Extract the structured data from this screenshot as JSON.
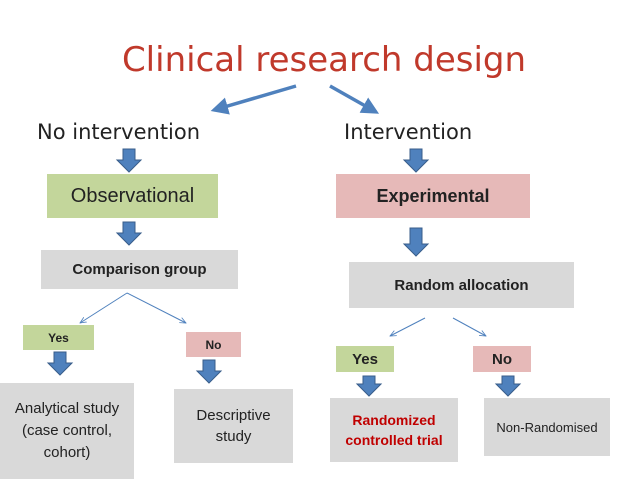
{
  "title": "Clinical research  design",
  "left": {
    "label": "No intervention",
    "category": "Observational",
    "question": "Comparison group",
    "yes": "Yes",
    "no": "No",
    "yes_result": "Analytical study (case control, cohort)",
    "no_result": "Descriptive study"
  },
  "right": {
    "label": "Intervention",
    "category": "Experimental",
    "question": "Random allocation",
    "yes": "Yes",
    "no": "No",
    "yes_result": "Randomized controlled trial",
    "no_result": "Non-Randomised"
  },
  "colors": {
    "title": "#c0392b",
    "arrow_fill": "#4f81bd",
    "arrow_stroke": "#385d8a",
    "green_box": "#c3d69b",
    "pink_box": "#e6b9b8",
    "gray_box": "#d9d9d9",
    "highlight_text": "#c00000"
  }
}
